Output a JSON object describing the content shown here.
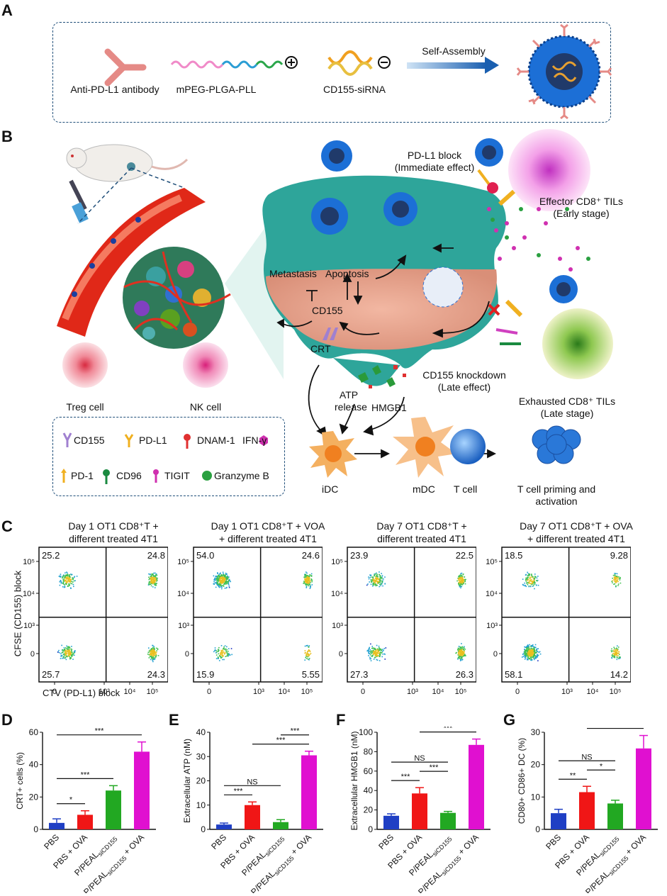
{
  "panels": {
    "a": "A",
    "b": "B",
    "c": "C",
    "d": "D",
    "e": "E",
    "f": "F",
    "g": "G"
  },
  "panelA": {
    "items": [
      "Anti-PD-L1 antibody",
      "mPEG-PLGA-PLL",
      "CD155-siRNA"
    ],
    "arrow": "Self-Assembly"
  },
  "panelB": {
    "pdl1_block": "PD-L1 block",
    "pdl1_block_sub": "(Immediate effect)",
    "effector": "Effector CD8⁺ TILs",
    "effector_sub": "(Early stage)",
    "metastasis": "Metastasis",
    "apoptosis": "Apoptosis",
    "cd155": "CD155",
    "crt": "CRT",
    "knockdown": "CD155 knockdown",
    "knockdown_sub": "(Late effect)",
    "atp": "ATP",
    "atp_sub": "release",
    "hmgb1": "HMGB1",
    "exhausted": "Exhausted CD8⁺ TILs",
    "exhausted_sub": "(Late stage)",
    "treg": "Treg cell",
    "nk": "NK cell",
    "idc": "iDC",
    "mdc": "mDC",
    "tcell": "T cell",
    "priming": "T cell priming and",
    "priming_sub": "activation",
    "legend": [
      "CD155",
      "PD-L1",
      "DNAM-1",
      "IFN-γ",
      "PD-1",
      "CD96",
      "TIGIT",
      "Granzyme B"
    ]
  },
  "panelC": {
    "ylabel": "CFSE (CD155) block",
    "xlabel": "CTV (PD-L1) block",
    "plots": [
      {
        "title1": "Day 1 OT1 CD8⁺T +",
        "title2": "different treated 4T1",
        "q": [
          "25.2",
          "24.8",
          "25.7",
          "24.3"
        ]
      },
      {
        "title1": "Day 1 OT1 CD8⁺T + VOA",
        "title2": "+ different treated 4T1",
        "q": [
          "54.0",
          "24.6",
          "15.9",
          "5.55"
        ]
      },
      {
        "title1": "Day 7 OT1 CD8⁺T +",
        "title2": "different treated 4T1",
        "q": [
          "23.9",
          "22.5",
          "27.3",
          "26.3"
        ]
      },
      {
        "title1": "Day 7 OT1 CD8⁺T + OVA",
        "title2": "+ different treated 4T1",
        "q": [
          "18.5",
          "9.28",
          "58.1",
          "14.2"
        ]
      }
    ],
    "yticks": [
      "10⁵",
      "10⁴",
      "10³",
      "0"
    ],
    "xticks": [
      "0",
      "10³",
      "10⁴",
      "10⁵"
    ]
  },
  "colors": {
    "pbs": "#1f3fc4",
    "pbs_ova": "#f01616",
    "siCD155": "#22a822",
    "siCD155_ova": "#e010d0",
    "box": "#1f4e79"
  },
  "chart_data": [
    {
      "type": "bar",
      "panel": "D",
      "ylabel": "CRT+ cells (%)",
      "ylim": [
        0,
        60
      ],
      "yticks": [
        0,
        20,
        40,
        60
      ],
      "categories": [
        "PBS",
        "PBS + OVA",
        "P/PEALsiCD155",
        "P/PEALsiCD155 + OVA"
      ],
      "values": [
        4,
        9,
        24,
        48
      ],
      "errors": [
        2.5,
        2.5,
        3,
        6
      ],
      "sig": [
        {
          "from": 0,
          "to": 1,
          "label": "*"
        },
        {
          "from": 0,
          "to": 2,
          "label": "***"
        },
        {
          "from": 0,
          "to": 3,
          "label": "***"
        }
      ]
    },
    {
      "type": "bar",
      "panel": "E",
      "ylabel": "Extracellular ATP (nM)",
      "ylim": [
        0,
        40
      ],
      "yticks": [
        0,
        10,
        20,
        30,
        40
      ],
      "categories": [
        "PBS",
        "PBS + OVA",
        "P/PEALsiCD155",
        "P/PEALsiCD155 + OVA"
      ],
      "values": [
        2,
        10,
        3,
        30.5
      ],
      "errors": [
        0.6,
        1.3,
        1,
        1.7
      ],
      "sig": [
        {
          "from": 0,
          "to": 1,
          "label": "***"
        },
        {
          "from": 0,
          "to": 2,
          "label": "NS"
        },
        {
          "from": 1,
          "to": 3,
          "label": "***"
        },
        {
          "from": 2,
          "to": 3,
          "label": "***"
        }
      ]
    },
    {
      "type": "bar",
      "panel": "F",
      "ylabel": "Extracellular HMGB1 (nM)",
      "ylim": [
        0,
        100
      ],
      "yticks": [
        0,
        20,
        40,
        60,
        80,
        100
      ],
      "categories": [
        "PBS",
        "PBS + OVA",
        "P/PEALsiCD155",
        "P/PEALsiCD155 + OVA"
      ],
      "values": [
        14,
        37,
        17,
        87
      ],
      "errors": [
        2,
        6,
        1.5,
        6
      ],
      "sig": [
        {
          "from": 0,
          "to": 1,
          "label": "***"
        },
        {
          "from": 1,
          "to": 2,
          "label": "***"
        },
        {
          "from": 0,
          "to": 2,
          "label": "NS"
        },
        {
          "from": 1,
          "to": 3,
          "label": "***"
        }
      ]
    },
    {
      "type": "bar",
      "panel": "G",
      "ylabel": "CD80+ CD86+ DC (%)",
      "ylim": [
        0,
        30
      ],
      "yticks": [
        0,
        10,
        20,
        30
      ],
      "categories": [
        "PBS",
        "PBS + OVA",
        "P/PEALsiCD155",
        "P/PEALsiCD155 + OVA"
      ],
      "values": [
        5,
        11.5,
        8,
        25
      ],
      "errors": [
        1.2,
        1.8,
        1,
        4
      ],
      "sig": [
        {
          "from": 0,
          "to": 1,
          "label": "**"
        },
        {
          "from": 1,
          "to": 2,
          "label": "*"
        },
        {
          "from": 0,
          "to": 2,
          "label": "NS"
        },
        {
          "from": 1,
          "to": 3,
          "label": "***"
        }
      ]
    }
  ]
}
